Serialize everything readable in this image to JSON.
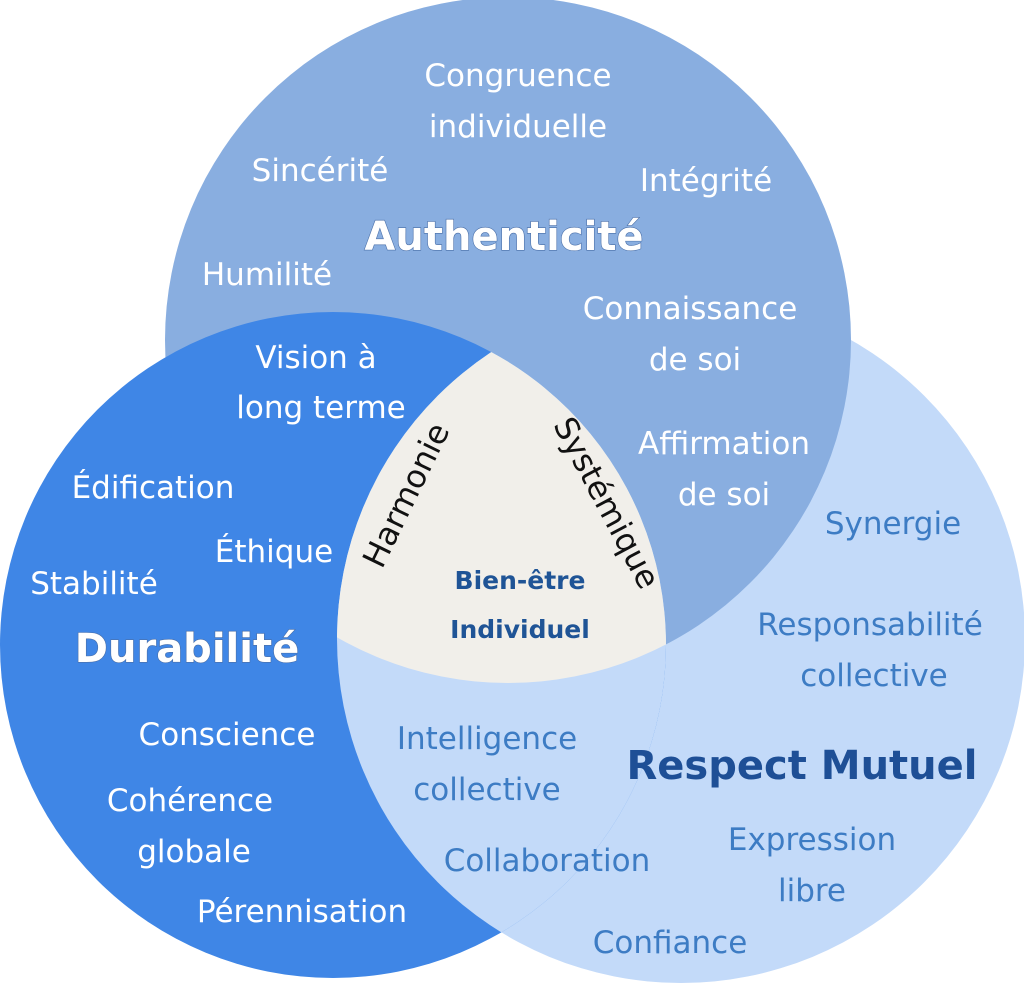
{
  "colors": {
    "authenticite_circle": "#89aee0",
    "durabilite_circle": "#3f86e6",
    "respect_circle": "#c3daf9",
    "center_region": "#f1efea",
    "dark_text": "#1e4f96",
    "light_blue_text": "#3d7cc4"
  },
  "authenticite": {
    "title": "Authenticité",
    "items": {
      "congruence_l1": "Congruence",
      "congruence_l2": "individuelle",
      "sincerite": "Sincérité",
      "integrite": "Intégrité",
      "humilite": "Humilité",
      "connaissance_l1": "Connaissance",
      "connaissance_l2": "de soi",
      "affirmation_l1": "Affirmation",
      "affirmation_l2": "de soi"
    }
  },
  "durabilite": {
    "title": "Durabilité",
    "items": {
      "vision_l1": "Vision à",
      "vision_l2": "long terme",
      "edification": "Édification",
      "ethique": "Éthique",
      "stabilite": "Stabilité",
      "conscience": "Conscience",
      "coherence_l1": "Cohérence",
      "coherence_l2": "globale",
      "perennisation": "Pérennisation"
    }
  },
  "respect": {
    "title": "Respect Mutuel",
    "items": {
      "synergie": "Synergie",
      "responsabilite_l1": "Responsabilité",
      "responsabilite_l2": "collective",
      "intelligence_l1": "Intelligence",
      "intelligence_l2": "collective",
      "collaboration": "Collaboration",
      "expression_l1": "Expression",
      "expression_l2": "libre",
      "confiance": "Confiance"
    }
  },
  "intersections": {
    "harmonie": "Harmonie",
    "systemique": "Systémique",
    "center_l1": "Bien-être",
    "center_l2": "Individuel"
  }
}
